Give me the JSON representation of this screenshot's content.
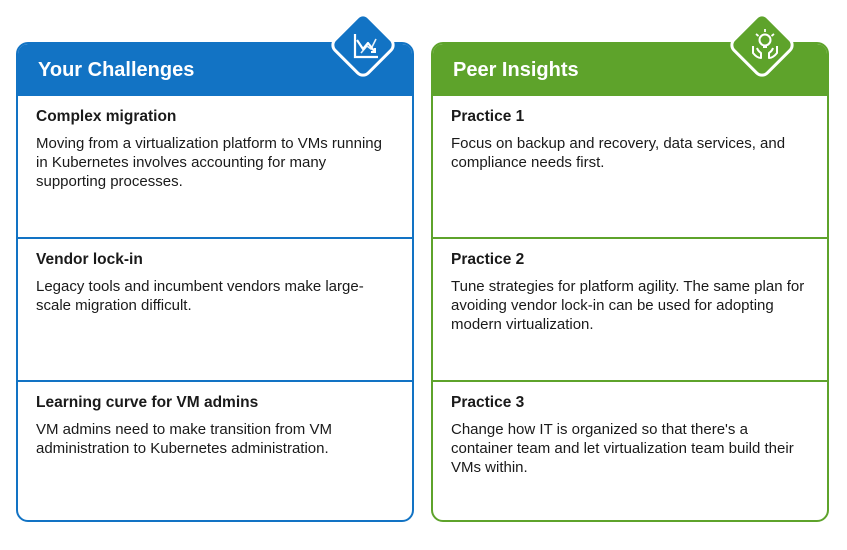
{
  "challenges": {
    "title": "Your Challenges",
    "icon": "chart-trend-icon",
    "color": "#1273c4",
    "items": [
      {
        "title": "Complex migration",
        "body": "Moving from a virtualization platform to VMs running in Kubernetes involves accounting for many supporting processes."
      },
      {
        "title": "Vendor lock-in",
        "body": "Legacy tools and incumbent vendors make large-scale migration difficult."
      },
      {
        "title": "Learning curve for VM admins",
        "body": "VM admins need to make transition from VM administration to Kubernetes administration."
      }
    ]
  },
  "insights": {
    "title": "Peer Insights",
    "icon": "lightbulb-hands-icon",
    "color": "#5ea32b",
    "items": [
      {
        "title": "Practice 1",
        "body": "Focus on backup and recovery, data services, and compliance needs first."
      },
      {
        "title": "Practice 2",
        "body": "Tune strategies for platform agility. The same plan for avoiding vendor lock-in can be used for adopting modern virtualization."
      },
      {
        "title": "Practice 3",
        "body": "Change how IT is organized so that there's a container team and let virtualization team build their VMs within."
      }
    ]
  }
}
